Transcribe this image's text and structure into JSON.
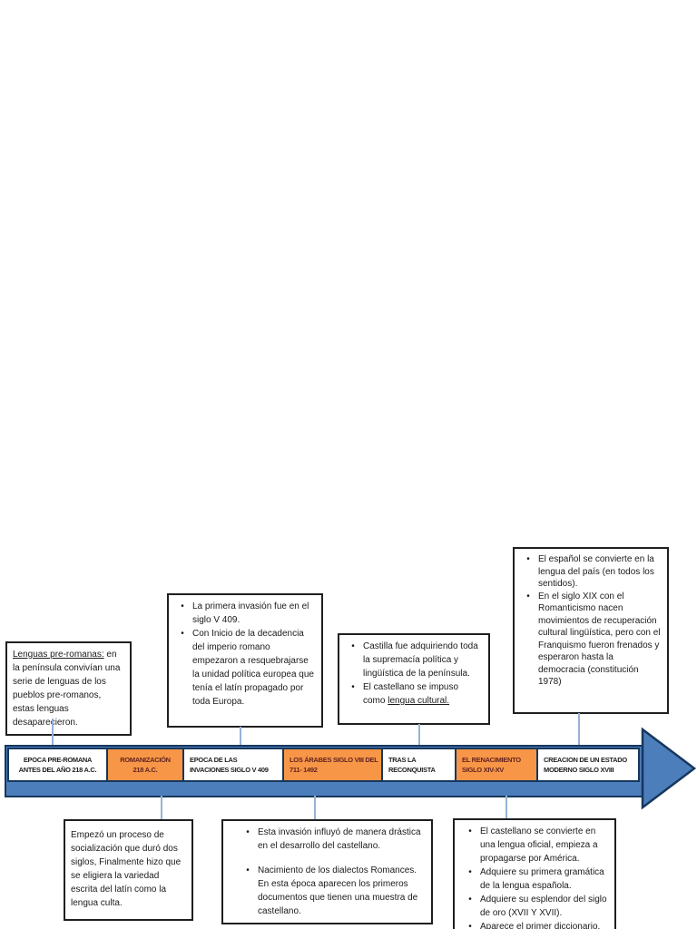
{
  "colors": {
    "arrow_fill": "#4C7EBB",
    "arrow_border": "#17375D",
    "segment_orange": "#F79646",
    "segment_orange_text": "#632423",
    "connector_line": "#95B3D7",
    "note_border": "#1f1f1f"
  },
  "glyphs": {
    "bullet": "•"
  },
  "notes": {
    "pre_romanas": {
      "lead_underlined": "Lenguas pre-romanas:",
      "rest": " en la península convivían una serie de lenguas de los pueblos pre-romanos, estas lenguas desaparecieron."
    },
    "invasiones": {
      "bullets": [
        "La primera invasión fue en el siglo V 409.",
        "Con Inicio de la decadencia del imperio romano empezaron a resquebrajarse la unidad política europea que tenía el latín propagado por toda Europa."
      ]
    },
    "reconquista": {
      "bullet1": "Castilla fue adquiriendo toda la supremacía política y lingüística de la península.",
      "bullet2_plain": "El castellano se impuso como ",
      "bullet2_underlined": "lengua cultural."
    },
    "estado_moderno": {
      "bullets": [
        "El español se convierte en la lengua del país (en todos los sentidos).",
        "En el siglo XIX con el Romanticismo nacen movimientos de recuperación cultural lingüística, pero con el Franquismo fueron frenados y esperaron hasta la democracia (constitución 1978)"
      ]
    },
    "romanizacion": {
      "text": "Empezó un proceso de socialización que duró dos siglos, Finalmente hizo que se eligiera la variedad escrita del latín como la lengua culta."
    },
    "arabes": {
      "bullets": [
        "Esta invasión influyó de manera drástica en el desarrollo del castellano.",
        "Nacimiento de los dialectos Romances. En esta época aparecen los primeros documentos que tienen una muestra de castellano."
      ]
    },
    "renacimiento": {
      "bullets": [
        "El castellano se convierte en una lengua oficial, empieza a propagarse por América.",
        "Adquiere su primera gramática de la lengua española.",
        "Adquiere su esplendor del siglo de oro (XVII Y XVII).",
        "Aparece el primer diccionario."
      ]
    }
  },
  "timeline": {
    "segments": [
      {
        "label": "EPOCA PRE-ROMANA ANTES DEL AÑO 218 A.C.",
        "lines": [
          "EPOCA PRE-ROMANA",
          "ANTES DEL AÑO 218 A.C."
        ],
        "fill": "white"
      },
      {
        "label": "ROMANIZACIÓN 218 A.C.",
        "lines": [
          "ROMANIZACIÓN",
          "218 A.C."
        ],
        "fill": "orange"
      },
      {
        "label": "EPOCA DE LAS INVACIONES SIGLO V 409",
        "lines": [
          "EPOCA DE LAS",
          "INVACIONES SIGLO V 409"
        ],
        "fill": "white"
      },
      {
        "label": "LOS ÁRABES SIGLO VIII DEL 711- 1492",
        "lines": [
          "LOS ÁRABES SIGLO VIII DEL",
          "711- 1492"
        ],
        "fill": "orange"
      },
      {
        "label": "TRAS LA RECONQUISTA",
        "lines": [
          "TRAS LA",
          "RECONQUISTA"
        ],
        "fill": "white"
      },
      {
        "label": "EL RENACIMIENTO SIGLO XIV-XV",
        "lines": [
          "EL RENACIMIENTO",
          "SIGLO XIV-XV"
        ],
        "fill": "orange"
      },
      {
        "label": "CREACION DE UN ESTADO MODERNO SIGLO XVIII",
        "lines": [
          "CREACION DE UN ESTADO",
          "MODERNO SIGLO XVIII"
        ],
        "fill": "white"
      }
    ]
  }
}
